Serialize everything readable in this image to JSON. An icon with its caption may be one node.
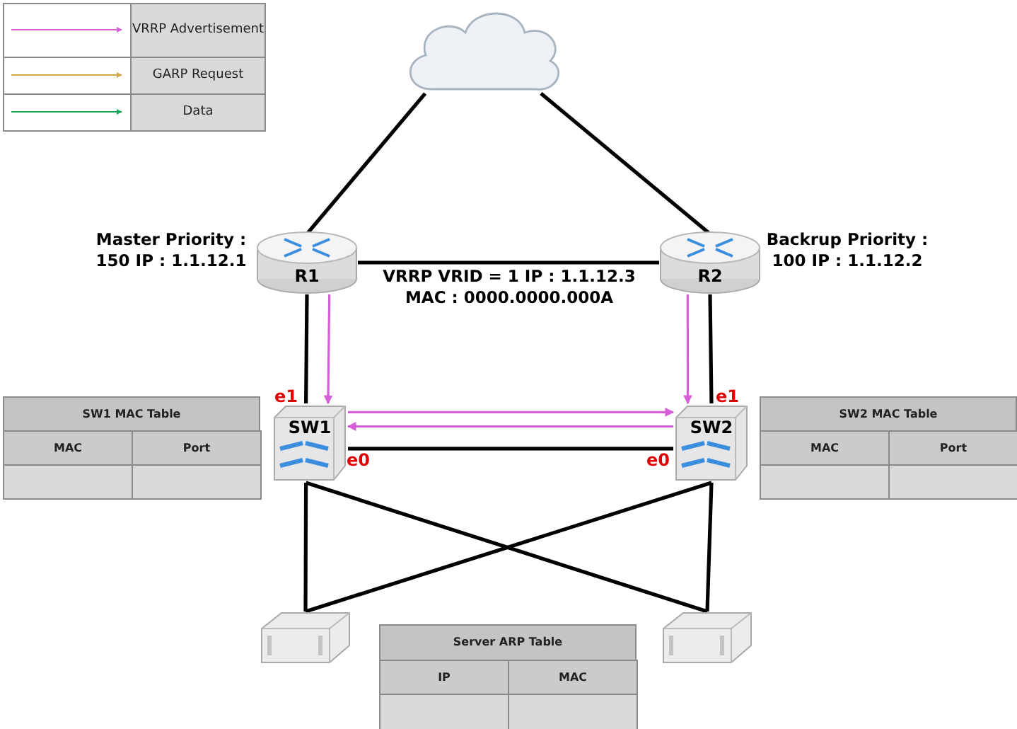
{
  "diagram": {
    "nodes": [
      {
        "text": [],
        "shape": "cloud"
      },
      {
        "text": [
          "R1"
        ],
        "beside": [
          "Master Priority : 150 IP : 1.1.12.1"
        ]
      },
      {
        "text": [
          "R2"
        ],
        "beside": [
          "Backrup Priority : 100 IP : 1.1.12.2"
        ]
      },
      {
        "text": [
          "SW1"
        ]
      },
      {
        "text": [
          "SW2"
        ]
      },
      {
        "text": [],
        "shape": "server"
      },
      {
        "text": [],
        "shape": "server"
      }
    ],
    "edges": [
      {
        "from": 0,
        "to": 1,
        "arrow": "none"
      },
      {
        "from": 0,
        "to": 2,
        "arrow": "none"
      },
      {
        "from": 1,
        "to": 2,
        "arrow": "none"
      },
      {
        "from": 1,
        "to": 3,
        "arrow": "none"
      },
      {
        "from": 2,
        "to": 4,
        "arrow": "none"
      },
      {
        "from": 3,
        "to": 4,
        "arrow": "none"
      },
      {
        "from": 3,
        "to": 5,
        "arrow": "none"
      },
      {
        "from": 3,
        "to": 6,
        "arrow": "none"
      },
      {
        "from": 4,
        "to": 5,
        "arrow": "none"
      },
      {
        "from": 4,
        "to": 6,
        "arrow": "none"
      },
      {
        "from": 1,
        "to": 3,
        "arrow": "to",
        "color": "#d65ed8"
      },
      {
        "from": 2,
        "to": 4,
        "arrow": "to",
        "color": "#d65ed8"
      },
      {
        "from": 3,
        "to": 4,
        "arrow": "to",
        "color": "#d65ed8"
      },
      {
        "from": 4,
        "to": 3,
        "arrow": "to",
        "color": "#d65ed8"
      }
    ],
    "labels": [
      "VRRP VRID = 1 IP : 1.1.12.3 MAC : 0000.0000.000A",
      "e1",
      "e1",
      "SW1 MAC Table",
      "MAC",
      "Port",
      "SW2 MAC Table",
      "MAC",
      "Port",
      "e0",
      "e0",
      "Server ARP Table",
      "IP",
      "MAC"
    ],
    "legend": [
      {
        "text": "VRRP Advertisement"
      },
      {
        "text": "GARP Request"
      },
      {
        "text": "Data"
      }
    ]
  }
}
